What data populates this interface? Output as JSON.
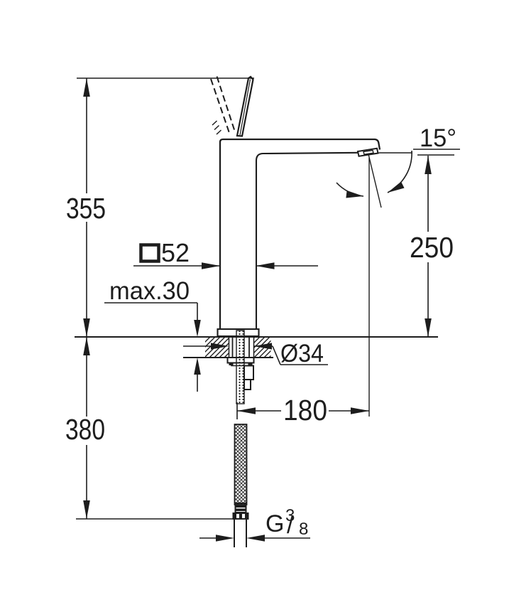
{
  "drawing": {
    "kind": "technical-dimension-drawing",
    "line_color": "#1d1d1d",
    "background": "#ffffff",
    "labels": {
      "height_above_deck": "355",
      "length_below_deck": "380",
      "outlet_height": "250",
      "outlet_reach": "180",
      "body_width": "52",
      "max_mounting_thickness": "max.30",
      "hole_diameter": "Ø34",
      "outlet_angle": "15°",
      "thread_letter": "G",
      "thread_numerator": "3",
      "thread_slash": "/",
      "thread_denominator": "8"
    }
  }
}
